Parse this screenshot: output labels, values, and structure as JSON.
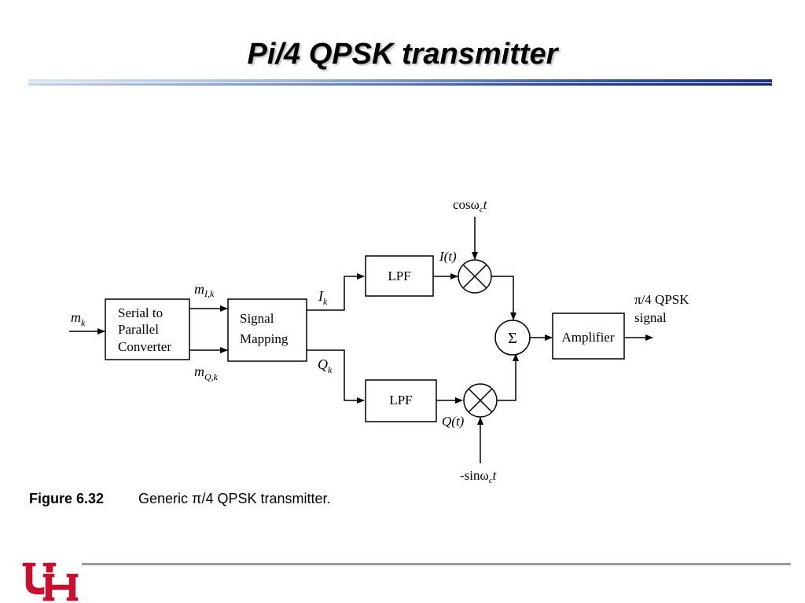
{
  "slide": {
    "title": "Pi/4 QPSK transmitter"
  },
  "diagram": {
    "input_label": "m",
    "input_sub": "k",
    "serial_lines": [
      "Serial to",
      "Parallel",
      "Converter"
    ],
    "mIk_main": "m",
    "mIk_sub": "I,k",
    "mQk_main": "m",
    "mQk_sub": "Q,k",
    "mapping_lines": [
      "Signal",
      "Mapping"
    ],
    "Ik_main": "I",
    "Ik_sub": "k",
    "Qk_main": "Q",
    "Qk_sub": "k",
    "lpf_top": "LPF",
    "lpf_bottom": "LPF",
    "It_label": "I(t)",
    "Qt_label": "Q(t)",
    "cos_main": "cosω",
    "cos_sub": "c",
    "cos_tail": "t",
    "sin_main": "-sinω",
    "sin_sub": "c",
    "sin_tail": "t",
    "sum_symbol": "Σ",
    "amplifier_label": "Amplifier",
    "output_lines": [
      "π/4 QPSK",
      "signal"
    ]
  },
  "caption": {
    "number": "Figure 6.32",
    "text": "Generic π/4 QPSK transmitter."
  },
  "colors": {
    "logo_red": "#c8102e",
    "rule_blue": "#1a2f7a"
  },
  "logo": {
    "icon": "uh-logo-icon"
  }
}
